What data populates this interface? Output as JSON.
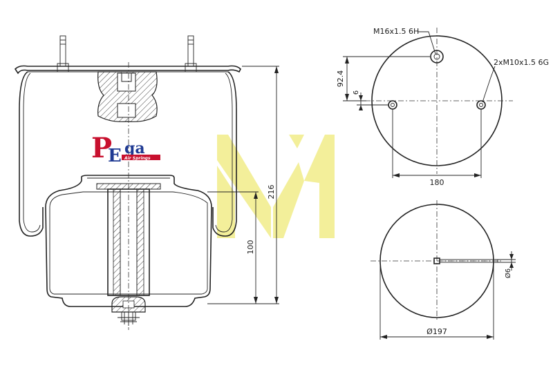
{
  "brand": {
    "letter_p": "P",
    "letter_e": "E",
    "letters_ga": "ga",
    "tagline": "Air Springs",
    "color_red": "#c8102e",
    "color_blue": "#1f3a93"
  },
  "watermark_color": "#f3ef9a",
  "dimensions": {
    "thread_center": "M16x1.5 6H",
    "thread_side": "2xM10x1.5 6G",
    "offset_vertical": "92.4",
    "offset_small": "6",
    "bolt_spacing": "180",
    "total_height": "216",
    "piston_height": "100",
    "inlet_diameter": "Ø6",
    "base_diameter": "Ø197"
  }
}
